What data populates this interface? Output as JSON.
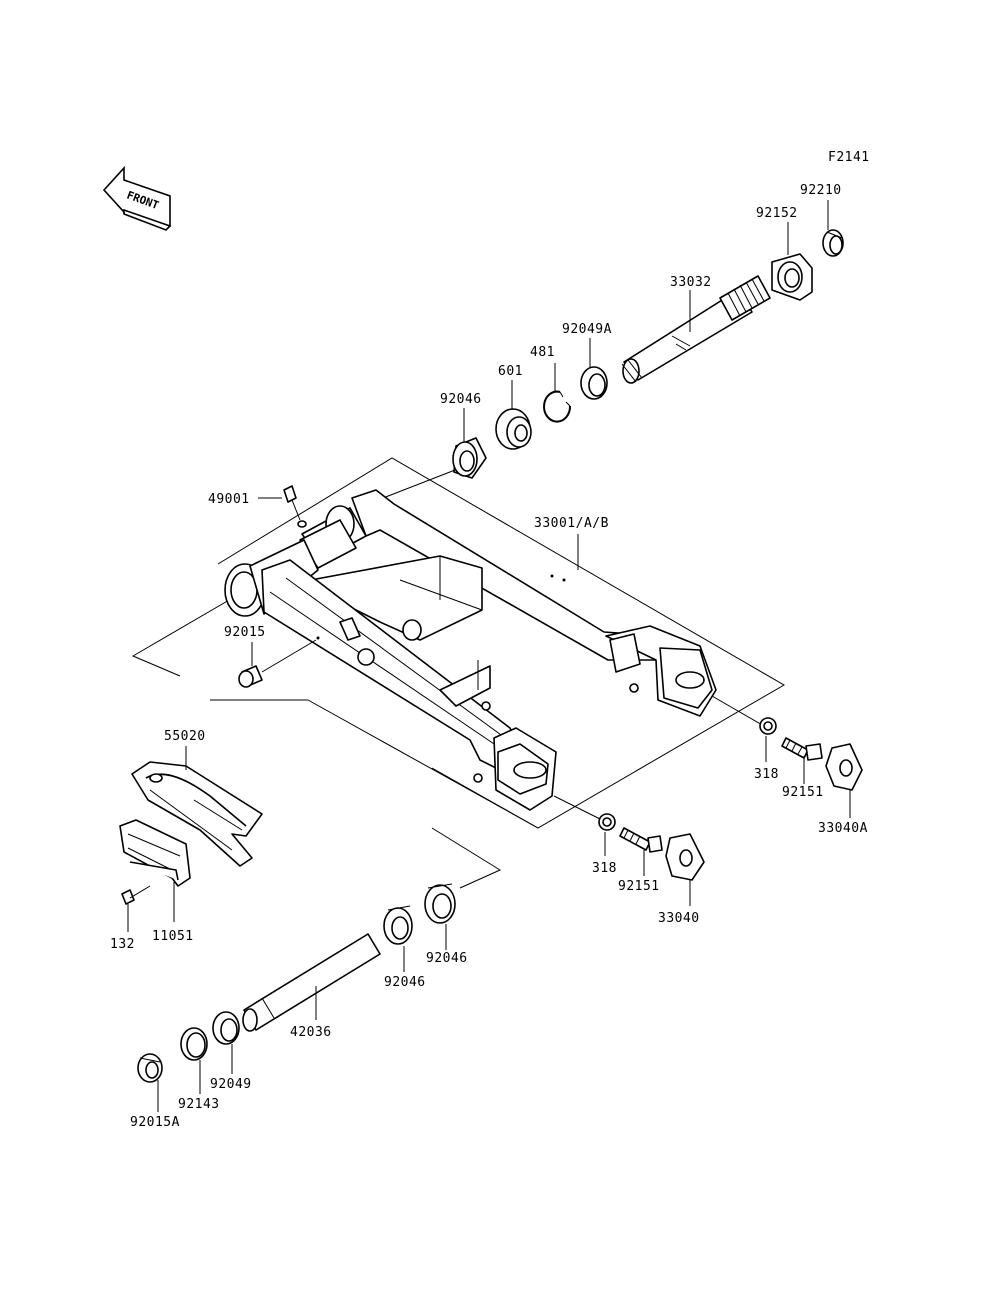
{
  "figure_code": "F2141",
  "front_label": "FRONT",
  "labels": {
    "p92210": "92210",
    "p92152": "92152",
    "p33032": "33032",
    "p92049A": "92049A",
    "p481": "481",
    "p601": "601",
    "p92046_top": "92046",
    "p49001": "49001",
    "p33001": "33001/A/B",
    "p92015": "92015",
    "p55020": "55020",
    "p318_right": "318",
    "p92151_right": "92151",
    "p33040A": "33040A",
    "p318_left": "318",
    "p92151_left": "92151",
    "p33040": "33040",
    "p132": "132",
    "p11051": "11051",
    "p92046_mid": "92046",
    "p92046_low": "92046",
    "p42036": "42036",
    "p92049": "92049",
    "p92143": "92143",
    "p92015A": "92015A"
  }
}
